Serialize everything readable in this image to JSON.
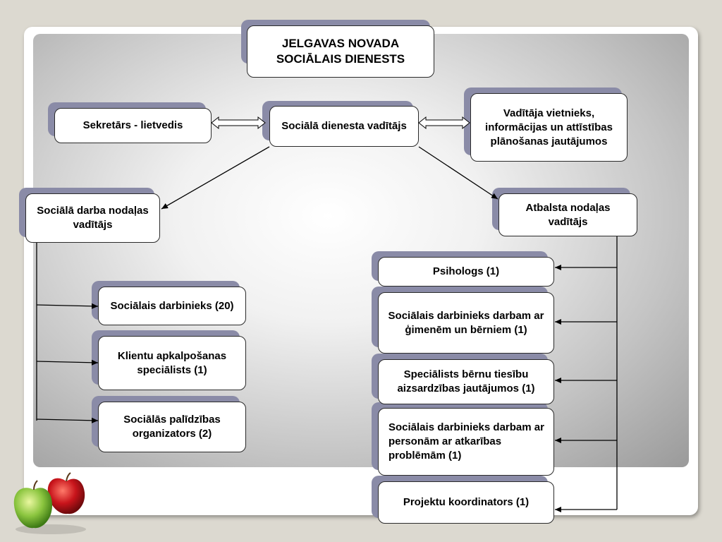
{
  "nodes": {
    "root": "JELGAVAS NOVADA SOCIĀLAIS DIENESTS",
    "secretary": "Sekretārs - lietvedis",
    "head": "Sociālā dienesta vadītājs",
    "deputy": "Vadītāja vietnieks, informācijas un attīstības plānošanas jautājumos",
    "social_work_head": "Sociālā darba nodaļas vadītājs",
    "support_head": "Atbalsta nodaļas vadītājs",
    "social_worker": "Sociālais darbinieks (20)",
    "client_service": "Klientu apkalpošanas speciālists (1)",
    "aid_organizers": "Sociālās palīdzības organizators (2)",
    "psychologist": "Psihologs (1)",
    "family_worker": "Sociālais darbinieks darbam ar ģimenēm un bērniem (1)",
    "child_rights": "Speciālists bērnu tiesību aizsardzības jautājumos (1)",
    "addiction_worker": "Sociālais darbinieks darbam ar personām ar atkarības problēmām (1)",
    "project_coordinator": "Projektu koordinators (1)"
  },
  "colors": {
    "background": "#dcd9d0",
    "node_shadow": "#8a8ba7",
    "node_fill": "#ffffff",
    "connector": "#000000"
  }
}
